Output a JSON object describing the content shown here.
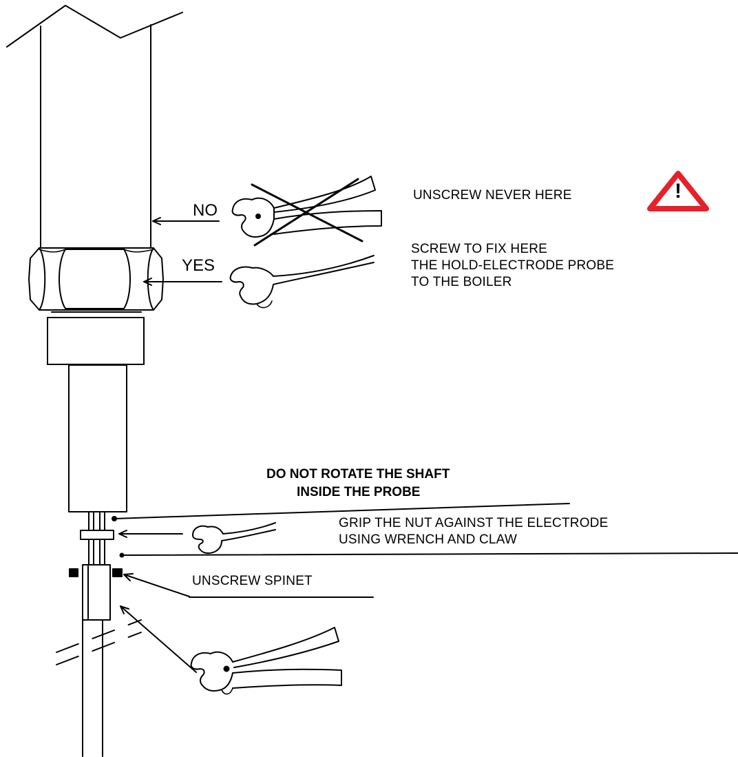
{
  "labels": {
    "no": "NO",
    "yes": "YES",
    "unscrew_never": "UNSCREW NEVER HERE",
    "screw_fix_1": "SCREW TO FIX HERE",
    "screw_fix_2": "THE HOLD-ELECTRODE PROBE",
    "screw_fix_3": "TO THE BOILER",
    "do_not_rotate_1": "DO NOT ROTATE THE SHAFT",
    "do_not_rotate_2": "INSIDE THE PROBE",
    "grip_1": "GRIP THE NUT AGAINST THE ELECTRODE",
    "grip_2": "USING WRENCH AND CLAW",
    "unscrew_spinet": "UNSCREW SPINET"
  },
  "warning": {
    "symbol": "!",
    "icon": "warning-triangle-icon",
    "color": "#e8202a"
  },
  "colors": {
    "ink": "#000000",
    "background": "#ffffff"
  }
}
